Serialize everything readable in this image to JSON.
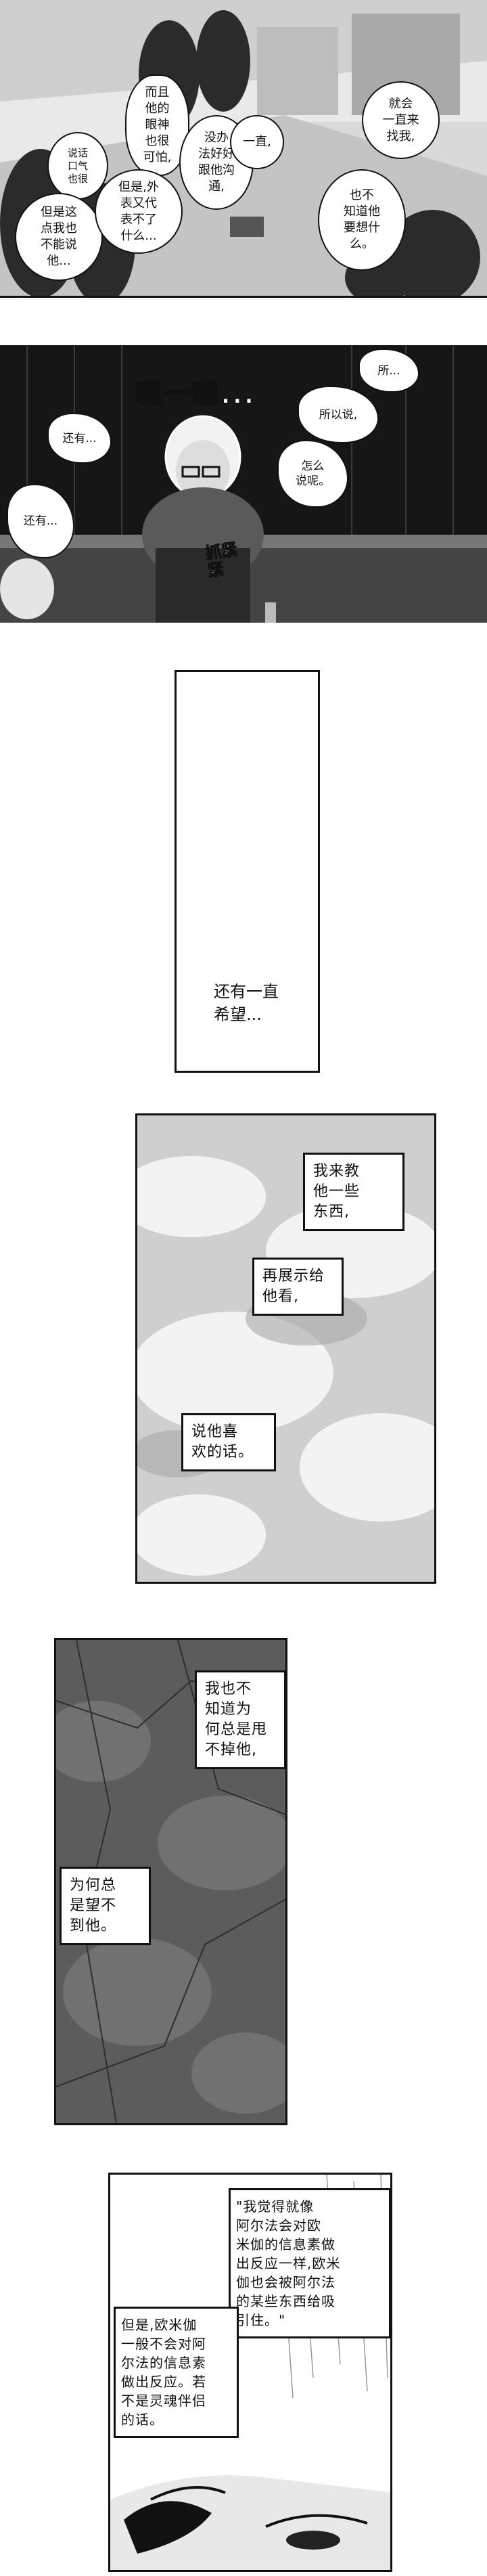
{
  "panel1": {
    "bubbles": [
      {
        "lines": [
          "说话",
          "口气",
          "也很"
        ]
      },
      {
        "lines": [
          "但是这",
          "点我也",
          "不能说",
          "他..."
        ]
      },
      {
        "lines": [
          "而且",
          "他的",
          "眼神",
          "也很",
          "可怕,"
        ]
      },
      {
        "lines": [
          "但是,外",
          "表又代",
          "表不了",
          "什么..."
        ]
      },
      {
        "lines": [
          "没办",
          "法好好",
          "跟他沟",
          "通,"
        ]
      },
      {
        "lines": [
          "一直,"
        ]
      },
      {
        "lines": [
          "就会",
          "一直来",
          "找我,"
        ]
      },
      {
        "lines": [
          "也不",
          "知道他",
          "要想什",
          "么。"
        ]
      }
    ]
  },
  "panel2": {
    "sfx": "嗯一嗯...",
    "sfx_grip": "抓紧紧",
    "bubbles": [
      {
        "lines": [
          "还有..."
        ]
      },
      {
        "lines": [
          "还有..."
        ]
      },
      {
        "lines": [
          "所..."
        ]
      },
      {
        "lines": [
          "所以说,"
        ]
      },
      {
        "lines": [
          "怎么",
          "说呢。"
        ]
      }
    ]
  },
  "panel3": {
    "lines": [
      "还有一直",
      "希望..."
    ]
  },
  "panel4": {
    "box1": [
      "我来教",
      "他一些",
      "东西,"
    ],
    "box2": [
      "再展示给",
      "他看,"
    ],
    "box3": [
      "说他喜",
      "欢的话。"
    ]
  },
  "panel5": {
    "box1": [
      "我也不",
      "知道为",
      "何总是甩",
      "不掉他,"
    ],
    "box2": [
      "为何总",
      "是望不",
      "到他。"
    ]
  },
  "panel6": {
    "box1": [
      "\"我觉得就像",
      "阿尔法会对欧",
      "米伽的信息素做",
      "出反应一样,欧米",
      "伽也会被阿尔法",
      "的某些东西给吸",
      "引住。\""
    ],
    "box2": [
      "但是,欧米伽",
      "一般不会对阿",
      "尔法的信息素",
      "做出反应。若",
      "不是灵魂伴侣",
      "的话。"
    ]
  }
}
